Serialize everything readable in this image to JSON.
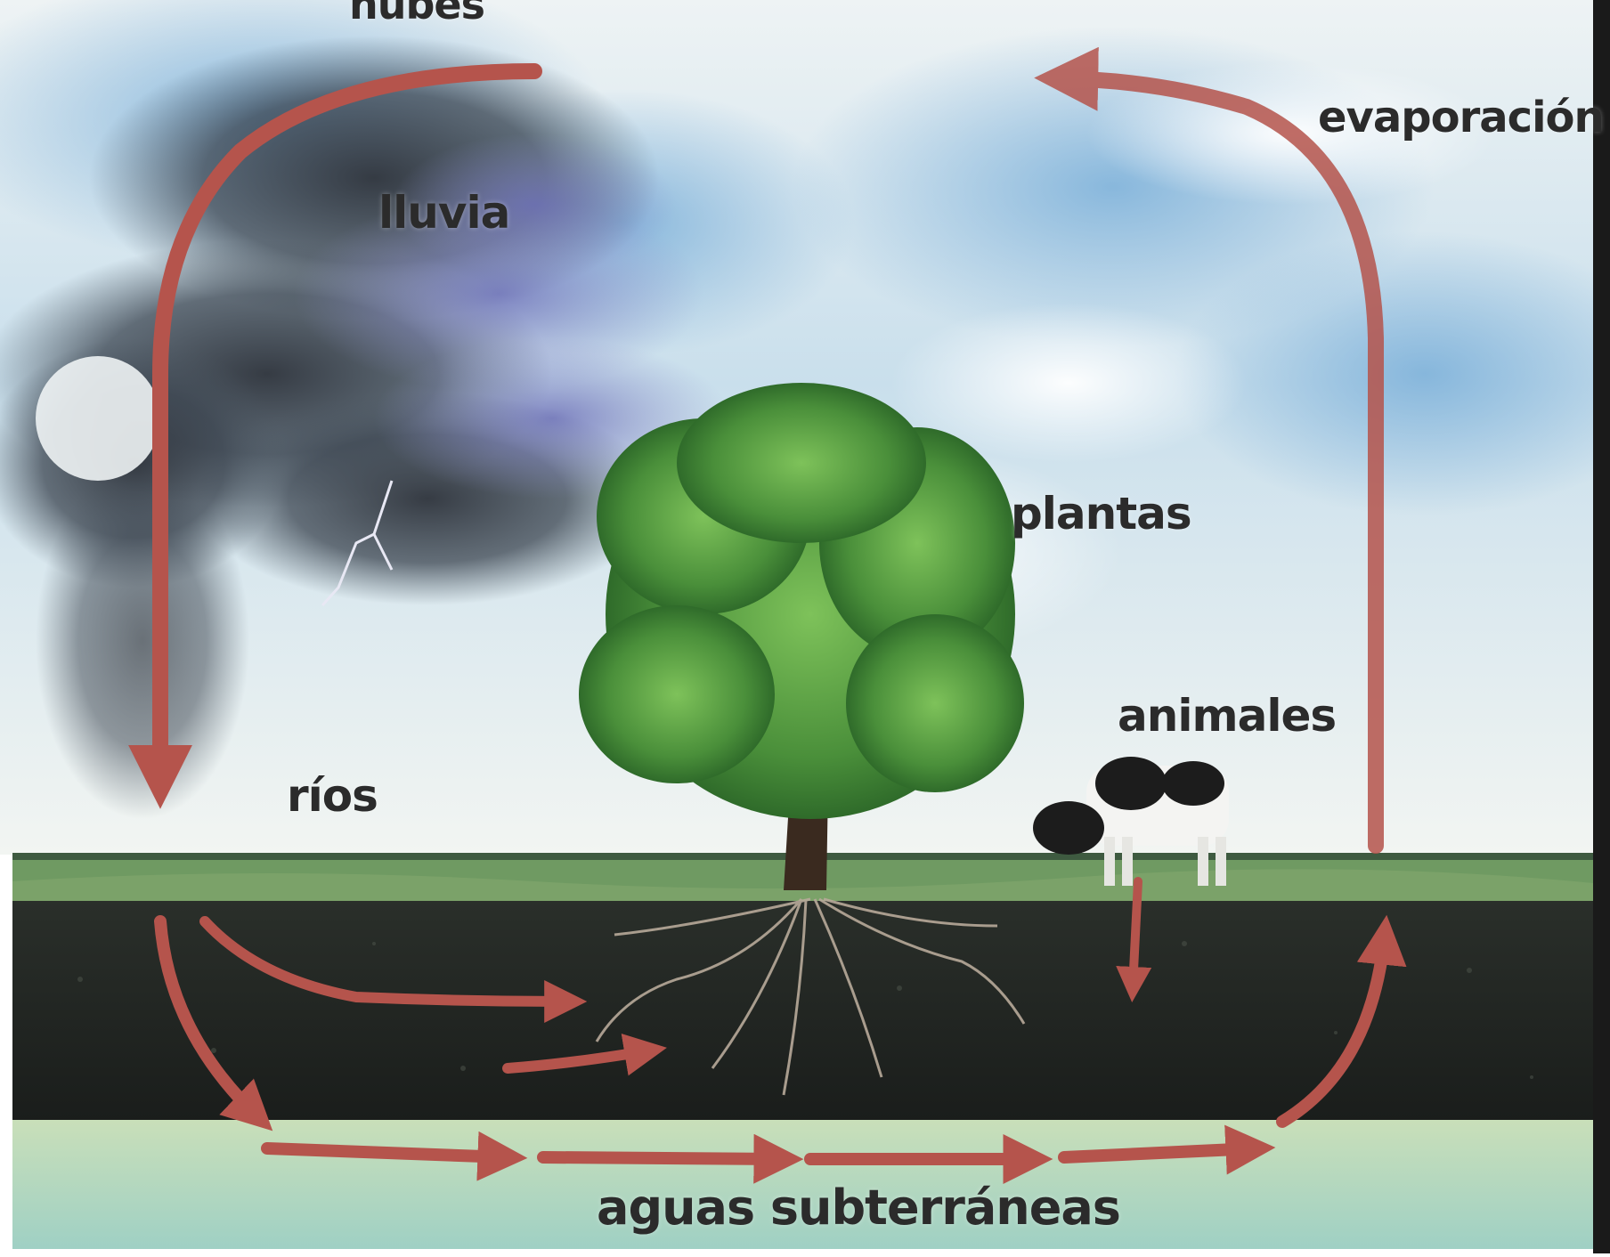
{
  "labels": {
    "nubes": "nubes",
    "lluvia": "lluvia",
    "evaporacion": "evaporación",
    "plantas": "plantas",
    "animales": "animales",
    "rios": "ríos",
    "aguas_subterraneas": "aguas subterráneas"
  },
  "colors": {
    "arrow": "#b5544c",
    "sky": "#a9cde6",
    "storm": "#3c4550",
    "grass": "#6f9a62",
    "soil": "#1f2420",
    "groundwater": "#a9d3c2",
    "tree": "#4f9a3c"
  }
}
